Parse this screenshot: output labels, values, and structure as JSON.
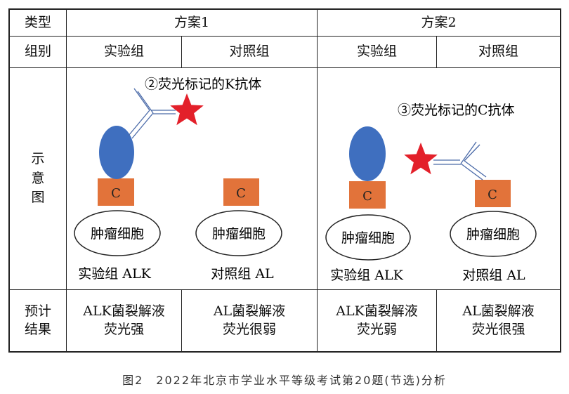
{
  "table": {
    "header": {
      "type_label": "类型",
      "plan1": "方案1",
      "plan2": "方案2"
    },
    "group_row": {
      "label": "组别",
      "p1_exp": "实验组",
      "p1_ctrl": "对照组",
      "p2_exp": "实验组",
      "p2_ctrl": "对照组"
    },
    "diagram_row": {
      "label_chars": [
        "示",
        "意",
        "图"
      ],
      "p1_antibody_label": "②荧光标记的K抗体",
      "p2_antibody_label": "③荧光标记的C抗体",
      "antigen_letter": "C",
      "cell_label": "肿瘤细胞",
      "p1_exp_caption": "实验组 ALK",
      "p1_ctrl_caption": "对照组 AL",
      "p2_exp_caption": "实验组 ALK",
      "p2_ctrl_caption": "对照组 AL"
    },
    "result_row": {
      "label_line1": "预计",
      "label_line2": "结果",
      "p1_exp_line1": "ALK菌裂解液",
      "p1_exp_line2": "荧光强",
      "p1_ctrl_line1": "AL菌裂解液",
      "p1_ctrl_line2": "荧光很弱",
      "p2_exp_line1": "ALK菌裂解液",
      "p2_exp_line2": "荧光弱",
      "p2_ctrl_line1": "AL菌裂解液",
      "p2_ctrl_line2": "荧光很强"
    }
  },
  "caption": "图2　2022年北京市学业水平等级考试第20题(节选)分析",
  "colors": {
    "antigen_box": "#E2733A",
    "k_domain": "#3F6FBF",
    "star": "#E3202A",
    "border": "#222222"
  }
}
